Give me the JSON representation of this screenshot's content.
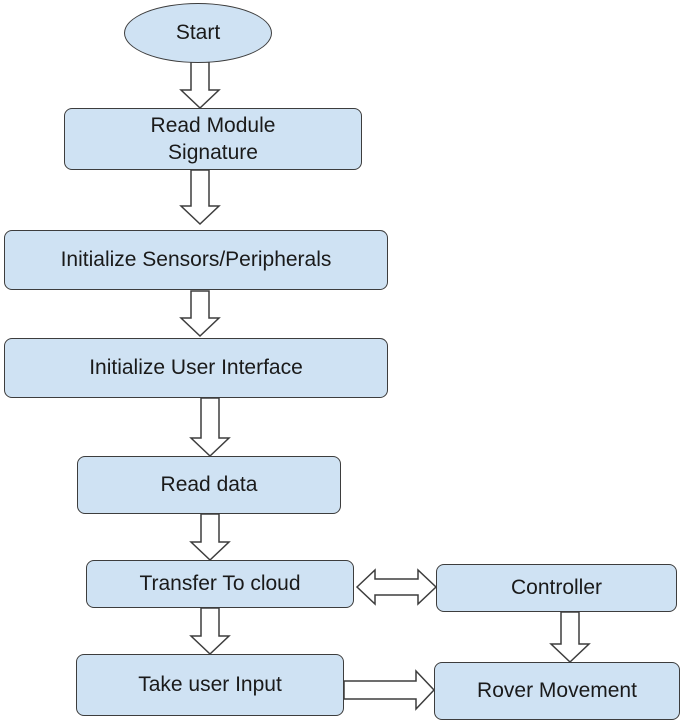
{
  "diagram": {
    "fill_color": "#cfe2f3",
    "stroke_color": "#3d3d3d",
    "nodes": {
      "start": {
        "label": "Start",
        "shape": "oval"
      },
      "read_module_signature": {
        "label_line1": "Read Module",
        "label_line2": "Signature"
      },
      "init_sensors": {
        "label": "Initialize Sensors/Peripherals"
      },
      "init_ui": {
        "label": "Initialize User Interface"
      },
      "read_data": {
        "label": "Read data"
      },
      "transfer_cloud": {
        "label": "Transfer To cloud"
      },
      "controller": {
        "label": "Controller"
      },
      "take_input": {
        "label": "Take user Input"
      },
      "rover_movement": {
        "label": "Rover Movement"
      }
    },
    "edges": [
      {
        "from": "start",
        "to": "read_module_signature",
        "direction": "down"
      },
      {
        "from": "read_module_signature",
        "to": "init_sensors",
        "direction": "down"
      },
      {
        "from": "init_sensors",
        "to": "init_ui",
        "direction": "down"
      },
      {
        "from": "init_ui",
        "to": "read_data",
        "direction": "down"
      },
      {
        "from": "read_data",
        "to": "transfer_cloud",
        "direction": "down"
      },
      {
        "from": "transfer_cloud",
        "to": "controller",
        "direction": "bidirectional"
      },
      {
        "from": "transfer_cloud",
        "to": "take_input",
        "direction": "down"
      },
      {
        "from": "controller",
        "to": "rover_movement",
        "direction": "down"
      },
      {
        "from": "take_input",
        "to": "rover_movement",
        "direction": "right"
      }
    ]
  }
}
